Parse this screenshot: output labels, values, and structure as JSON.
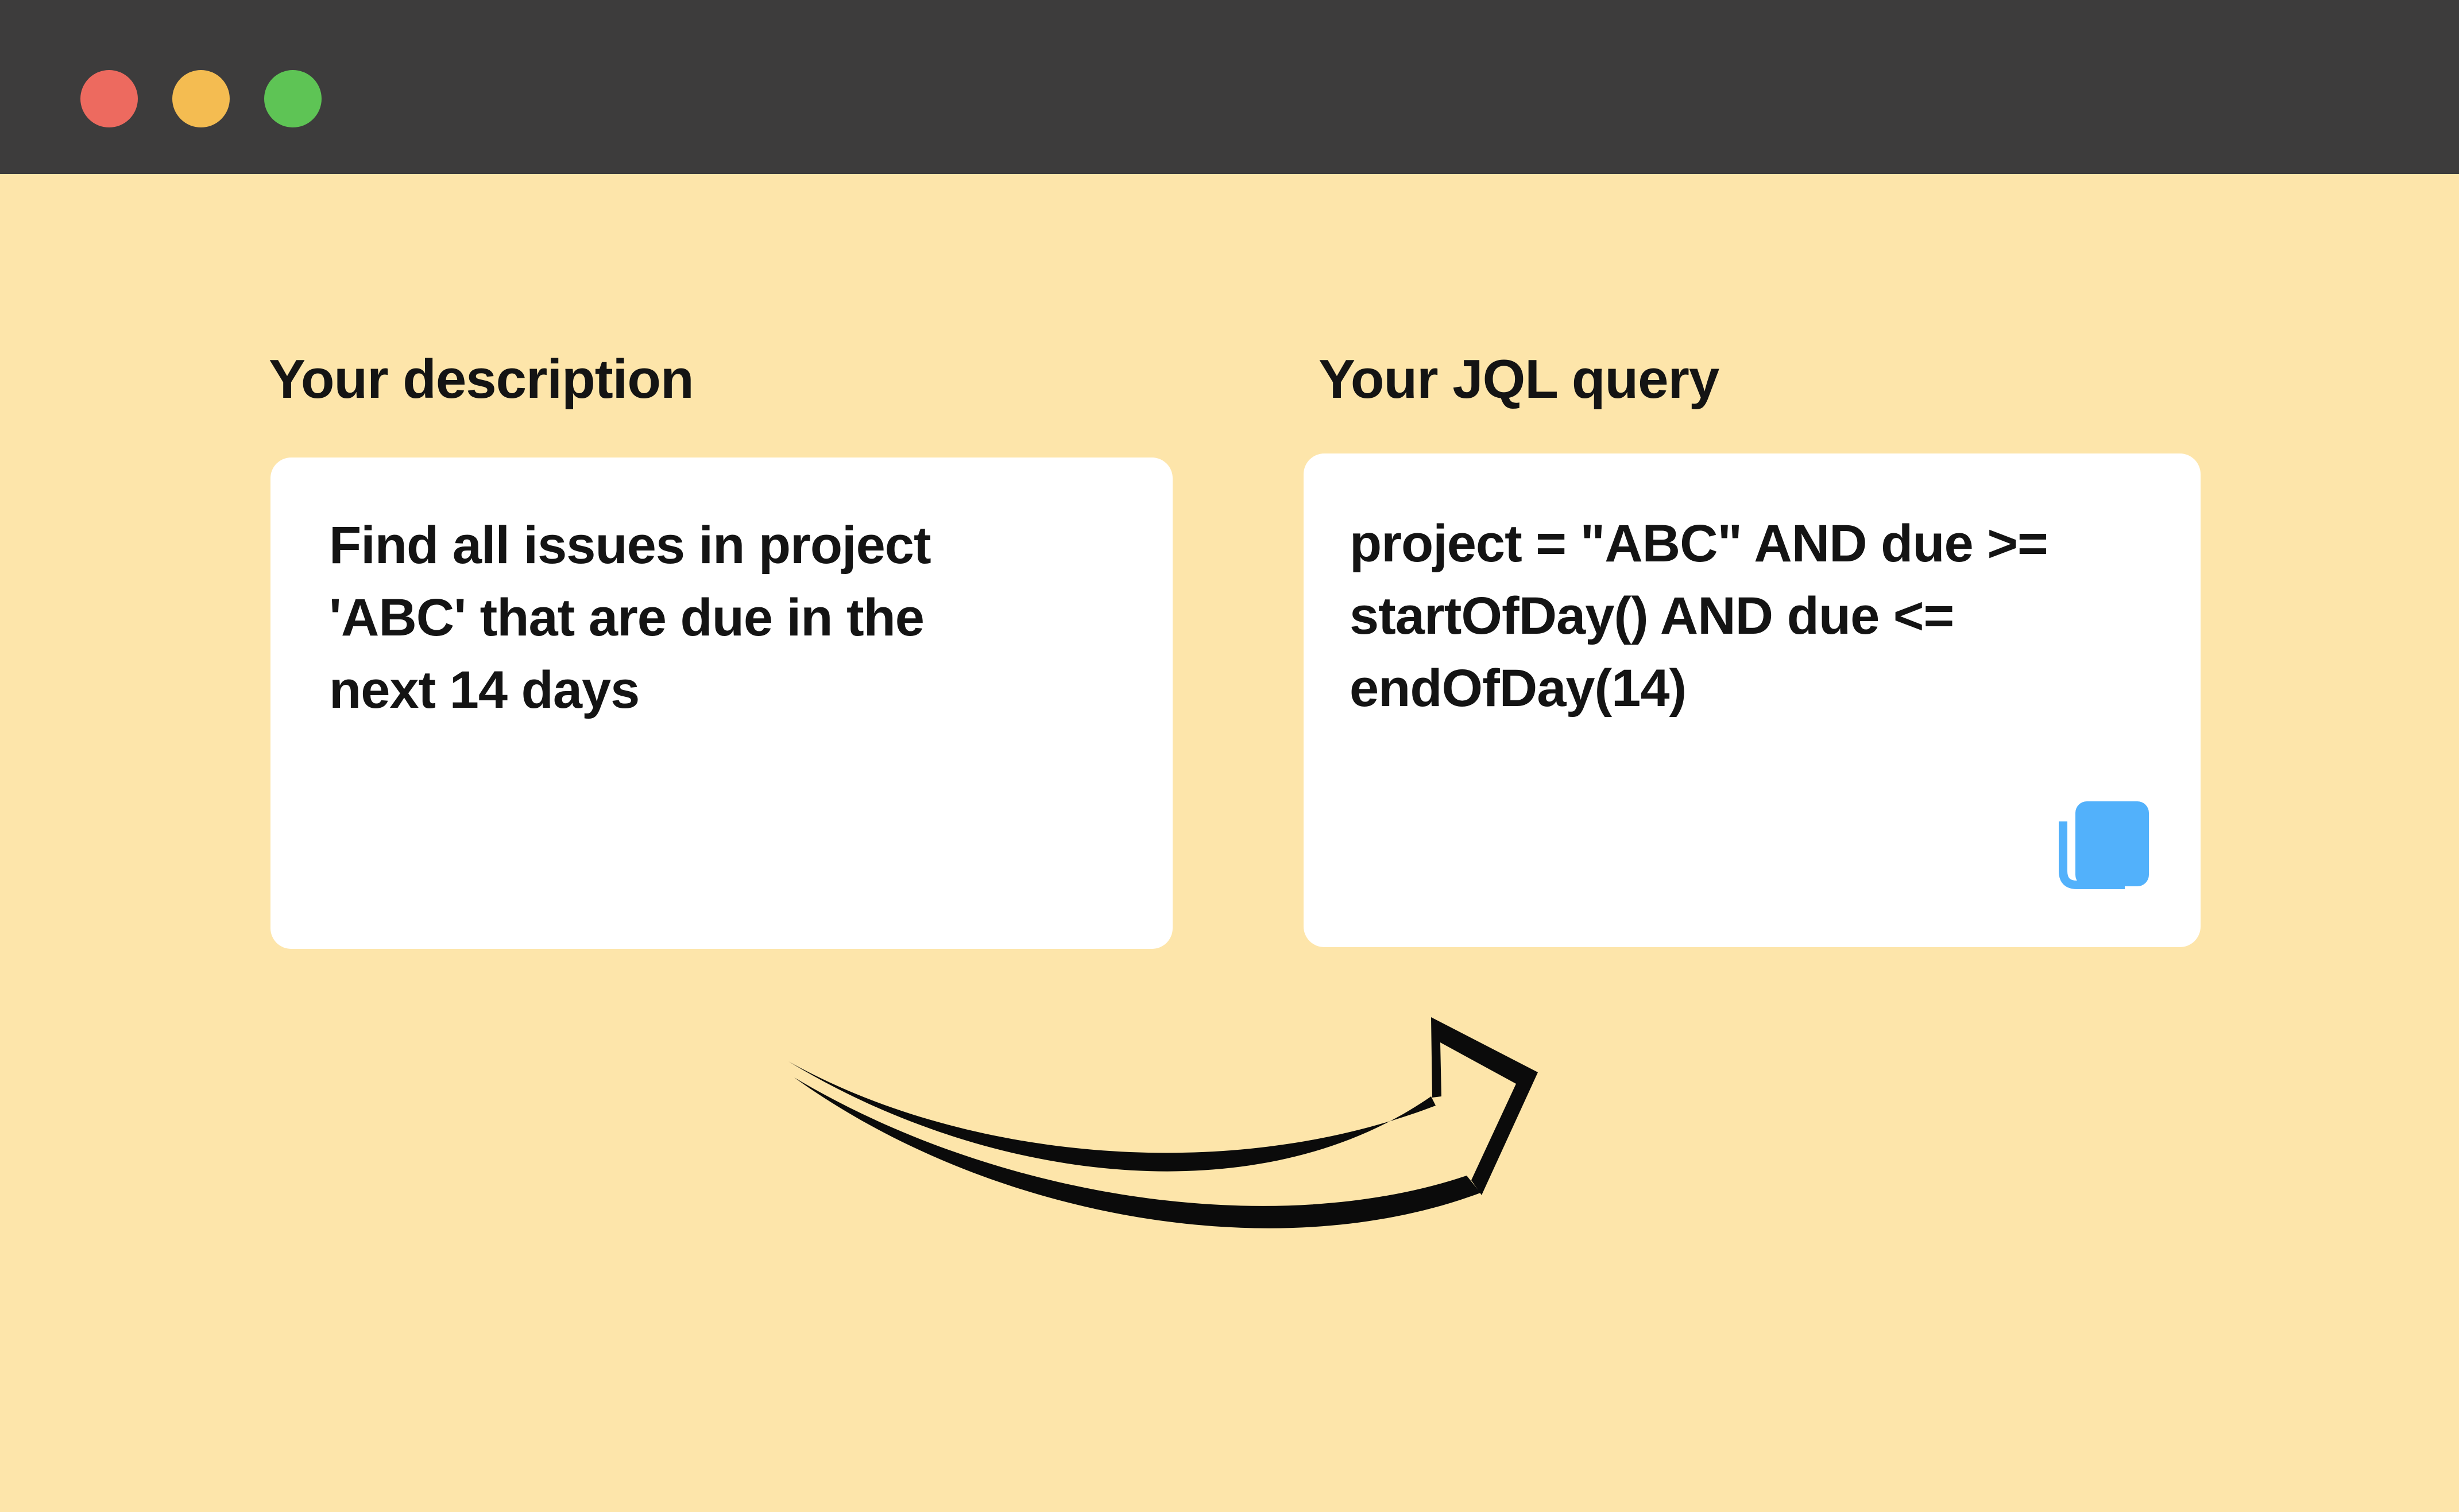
{
  "titlebar": {
    "background": "#3d3c3c",
    "buttons": [
      {
        "name": "close",
        "color": "#ed6a5f"
      },
      {
        "name": "minimize",
        "color": "#f4bc51"
      },
      {
        "name": "maximize",
        "color": "#5ec455"
      }
    ]
  },
  "canvas": {
    "background": "#fde5aa",
    "text_color": "#141414"
  },
  "description_panel": {
    "heading": "Your description",
    "lines": [
      "Find all issues in project",
      "'ABC' that are due in the",
      "next 14 days"
    ]
  },
  "jql_panel": {
    "heading": "Your JQL query",
    "lines": [
      "project = \"ABC\" AND due >=",
      "startOfDay() AND due <=",
      "endOfDay(14)"
    ],
    "copy_icon": {
      "name": "copy-icon",
      "color": "#52b1fb"
    }
  },
  "arrow": {
    "name": "curved-arrow",
    "color": "#0b0b0b"
  }
}
